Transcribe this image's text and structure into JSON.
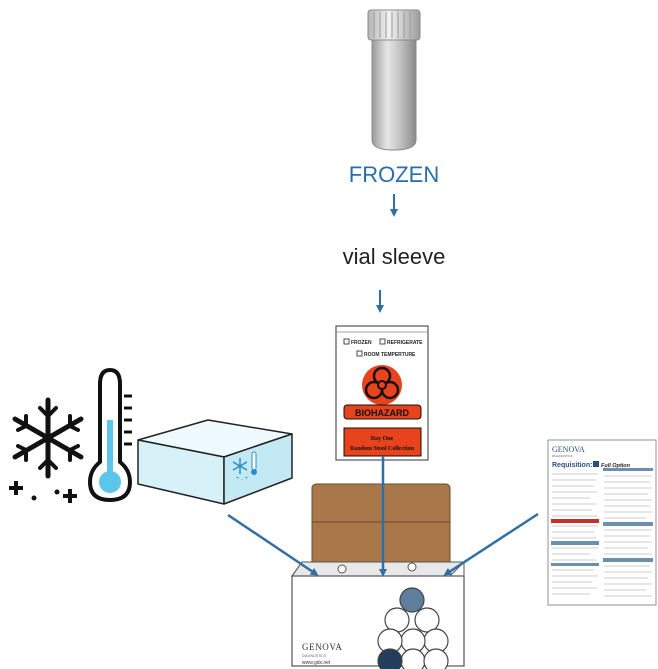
{
  "labels": {
    "frozen": "FROZEN",
    "vial_sleeve": "vial sleeve"
  },
  "bag": {
    "checkbox_frozen": "FROZEN",
    "checkbox_refrigerate": "REFRIGERATE",
    "checkbox_room_temp": "ROOM TEMPERTURE",
    "biohazard": "BIOHAZARD",
    "footer_line1": "Day One",
    "footer_line2": "Random Stool Collection"
  },
  "box": {
    "brand": "GENOVA",
    "brand_sub": "DIAGNOSTICS",
    "url": "www.gdx.net"
  },
  "requisition": {
    "brand": "GENOVA",
    "brand_sub": "DIAGNOSTICS",
    "title": "Requisition:",
    "option": "Full Option"
  },
  "colors": {
    "label_blue": "#2a6ea8",
    "arrow_blue": "#2f6fa5",
    "biohazard_orange": "#e8431c",
    "cardboard": "#a8784a",
    "ice_blue": "#dff4fa",
    "thermo_blue": "#5bc6ea",
    "dark_circle": "#233d5a",
    "mid_circle": "#5f7f9c"
  },
  "icons": [
    "vial-icon",
    "snowflake-icon",
    "thermometer-icon",
    "cooler-box-icon",
    "biohazard-icon",
    "shipping-box-icon",
    "requisition-form-icon"
  ]
}
